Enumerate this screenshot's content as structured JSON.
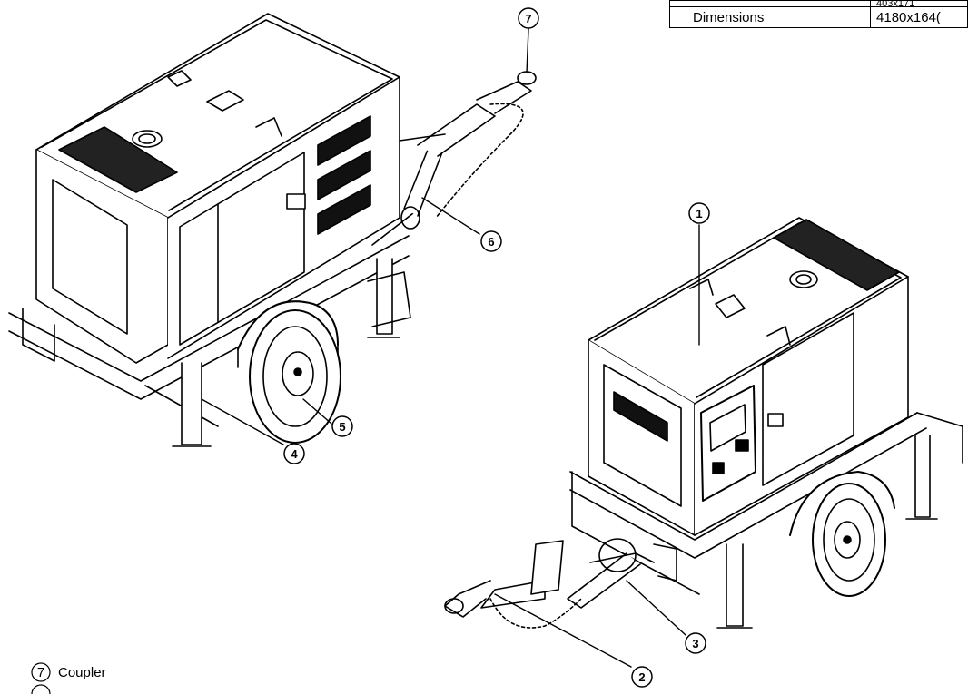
{
  "spec_table": {
    "rows": [
      {
        "label": "",
        "value": "403x171"
      },
      {
        "label": "Dimensions",
        "value": "4180x164("
      }
    ]
  },
  "callouts": [
    "1",
    "2",
    "3",
    "4",
    "5",
    "6",
    "7"
  ],
  "legend": [
    {
      "number": "7",
      "label": "Coupler"
    }
  ]
}
